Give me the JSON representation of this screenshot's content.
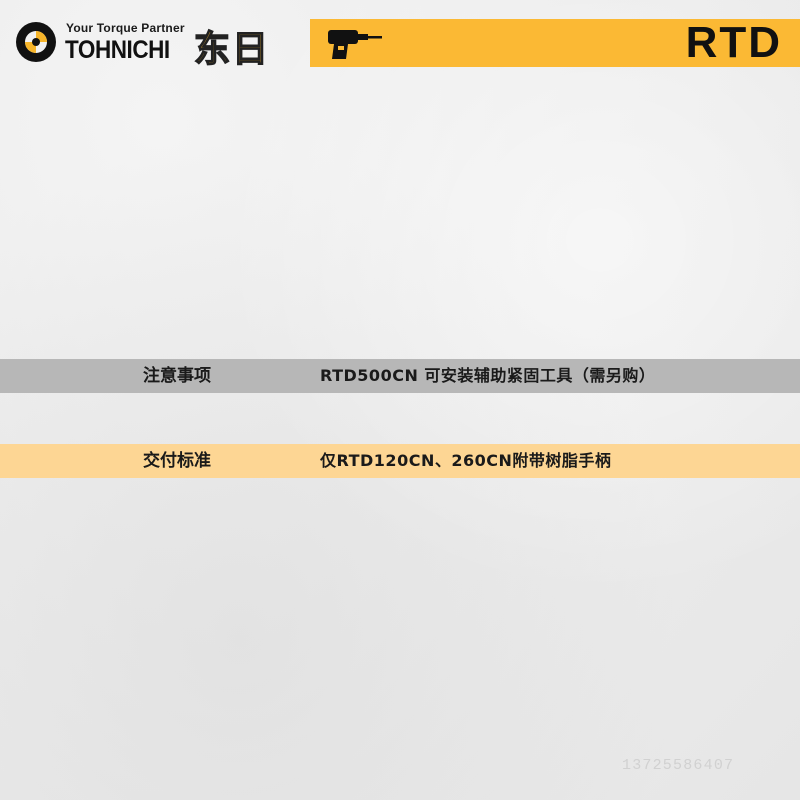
{
  "header": {
    "logo": {
      "tagline": "Your Torque Partner",
      "brand_en": "TOHNICHI",
      "brand_cn": "东日",
      "mark_icon": "tohnichi-logo-mark"
    },
    "model_bar": {
      "icon": "power-drill-icon",
      "model_code": "RTD",
      "color": "#fbb934"
    }
  },
  "rows": [
    {
      "label": "注意事项",
      "value": "RTD500CN 可安装辅助紧固工具（需另购）",
      "color": "#b7b7b7"
    },
    {
      "label": "交付标准",
      "value": "仅RTD120CN、260CN附带树脂手柄",
      "color": "#fdd694"
    }
  ],
  "watermark": "13725586407"
}
